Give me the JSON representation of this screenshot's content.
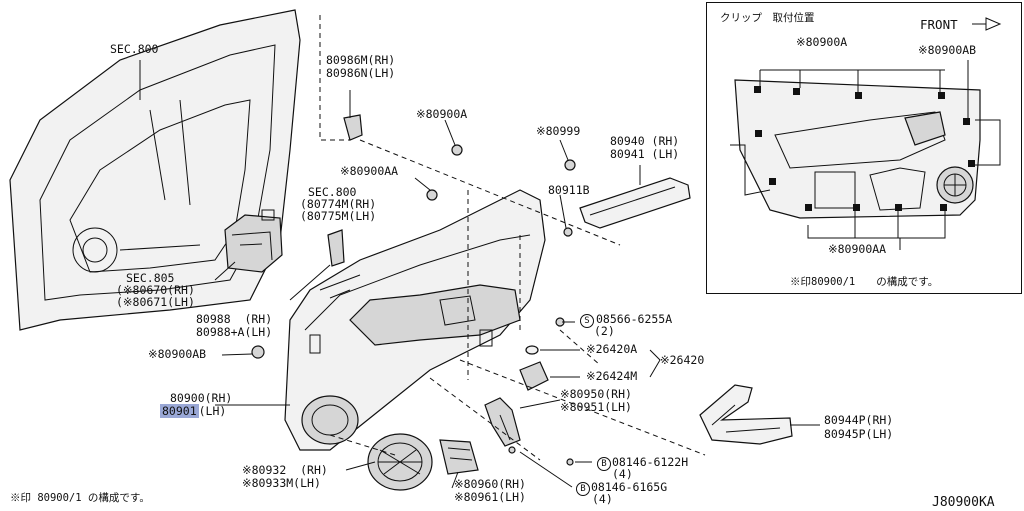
{
  "diagram_code": "J80900KA",
  "footnote": "※印 80900/1 の構成です。",
  "inset": {
    "title": "クリップ　取付位置",
    "front_label": "FRONT",
    "clip_a": "※80900A",
    "clip_ab": "※80900AB",
    "clip_aa": "※80900AA",
    "note": "※印80900/1　　の構成です。"
  },
  "labels": {
    "sec800_top": "SEC.800",
    "p80986m": "80986M(RH)",
    "p80986n": "80986N(LH)",
    "p80900a": "※80900A",
    "p80999": "※80999",
    "p80940": "80940 (RH)",
    "p80941": "80941 (LH)",
    "p80900aa": "※80900AA",
    "p80911b": "80911B",
    "sec800_mid": "SEC.800",
    "p80774m": "(80774M(RH)",
    "p80775m": "(80775M(LH)",
    "sec805": "SEC.805",
    "p80670": "(※80670(RH)",
    "p80671": "(※80671(LH)",
    "p80988": "80988  (RH)",
    "p80988a": "80988+A(LH)",
    "p80900ab": "※80900AB",
    "p08566": "08566-6255A",
    "p08566_qty": "(2)",
    "p26420a": "※26420A",
    "p26424m": "※26424M",
    "p26420": "※26420",
    "p80900": "80900(RH)",
    "p80901_num": "80901",
    "p80901_side": "(LH)",
    "p80950": "※80950(RH)",
    "p80951": "※80951(LH)",
    "p80944p": "80944P(RH)",
    "p80945p": "80945P(LH)",
    "p08146_6122": "08146-6122H",
    "p08146_6122_qty": "(4)",
    "p08146_6165": "08146-6165G",
    "p08146_6165_qty": "(4)",
    "p80932": "※80932  (RH)",
    "p80933m": "※80933M(LH)",
    "p80960": "※80960(RH)",
    "p80961": "※80961(LH)",
    "mark_s": "S",
    "mark_b": "B"
  }
}
